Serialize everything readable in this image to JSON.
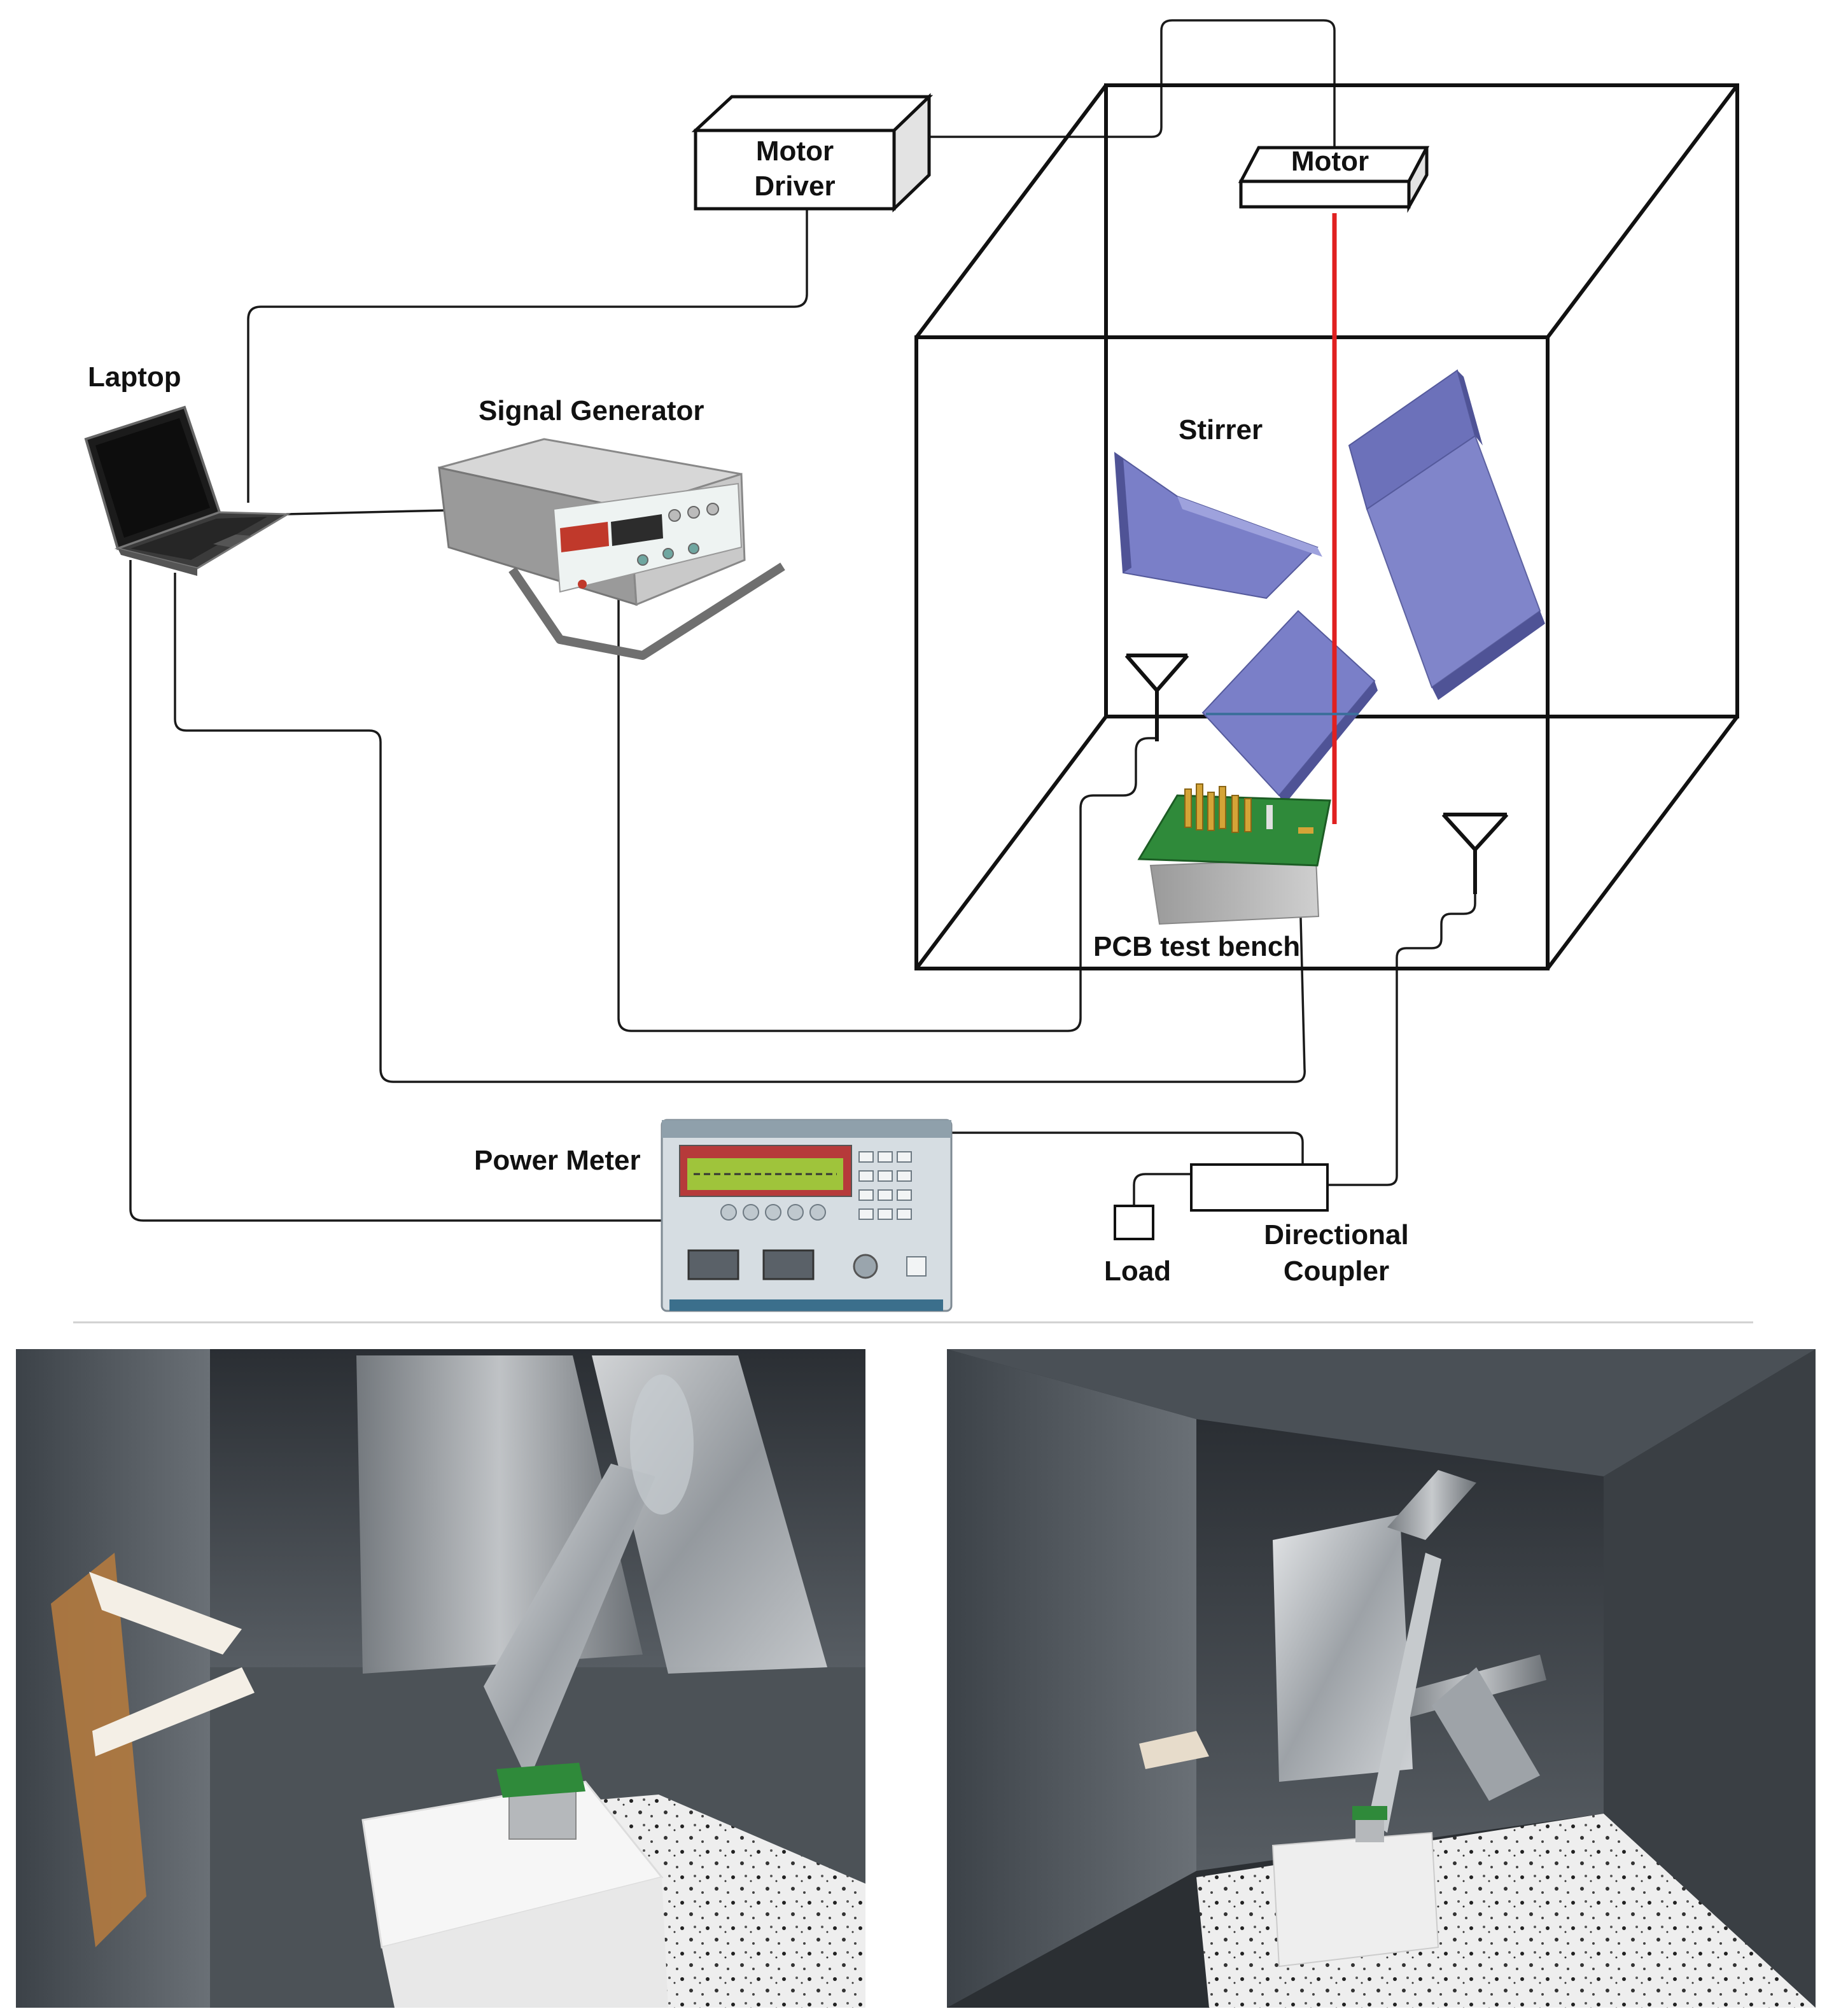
{
  "labels": {
    "motor_driver_line1": "Motor",
    "motor_driver_line2": "Driver",
    "motor": "Motor",
    "laptop": "Laptop",
    "signal_generator": "Signal Generator",
    "stirrer": "Stirrer",
    "pcb_test_bench": "PCB test bench",
    "power_meter": "Power Meter",
    "load": "Load",
    "directional_coupler_line1": "Directional",
    "directional_coupler_line2": "Coupler"
  },
  "colors": {
    "stirrer_blade": "#7a7fc8",
    "stirrer_blade_dark": "#5c60a8",
    "motor_shaft": "#e02020",
    "pcb_green": "#2f8a3a",
    "bench_gray": "#a9a9a9",
    "chamber_wall": "#4a4f55",
    "stirrer_metal": "#b8bcc0",
    "foam": "#f2f2f2"
  },
  "icons": {
    "laptop": "laptop-icon",
    "signal_generator": "signal-generator-icon",
    "power_meter": "power-meter-icon",
    "antenna": "antenna-icon"
  }
}
